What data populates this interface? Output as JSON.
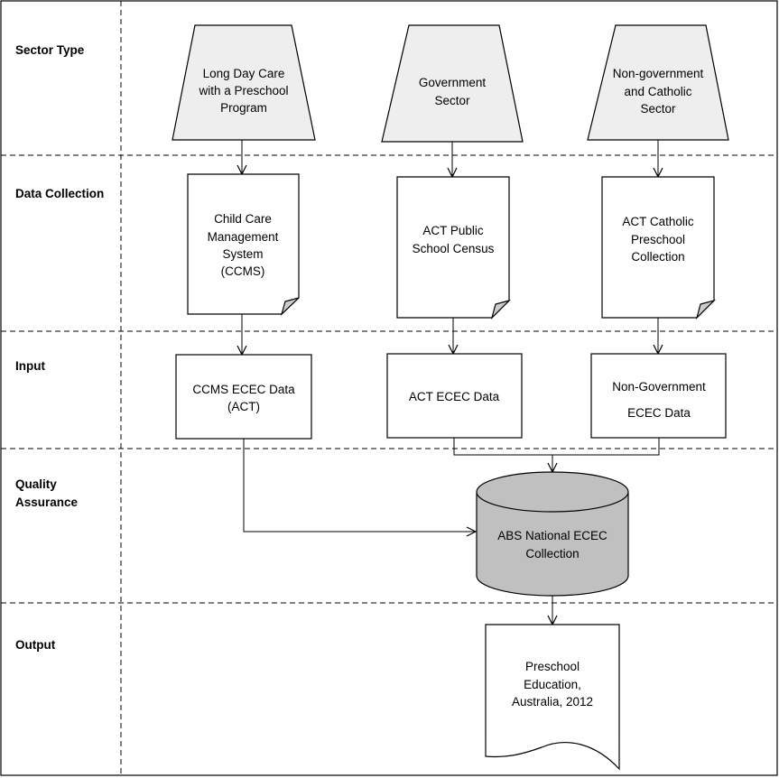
{
  "lanes": {
    "sector_type": "Sector Type",
    "data_collection": "Data Collection",
    "input": "Input",
    "quality_assurance": [
      "Quality",
      "Assurance"
    ],
    "output": "Output"
  },
  "sectors": {
    "long_day_care": [
      "Long Day Care",
      "with a Preschool",
      "Program"
    ],
    "government": [
      "Government",
      "Sector"
    ],
    "non_government": [
      "Non-government",
      "and Catholic",
      "Sector"
    ]
  },
  "collections": {
    "ccms": [
      "Child Care",
      "Management",
      "System",
      "(CCMS)"
    ],
    "public_census": [
      "ACT Public",
      "School Census"
    ],
    "catholic": [
      "ACT Catholic",
      "Preschool",
      "Collection"
    ]
  },
  "inputs": {
    "ccms_data": [
      "CCMS ECEC Data",
      "(ACT)"
    ],
    "act_data": [
      "ACT ECEC Data"
    ],
    "non_gov_data": [
      "Non-Government",
      "ECEC Data"
    ]
  },
  "database": [
    "ABS National ECEC",
    "Collection"
  ],
  "output": [
    "Preschool",
    "Education,",
    "Australia, 2012"
  ],
  "colors": {
    "sector_fill": "#eeeeee",
    "database_fill": "#c0c0c0",
    "page_fill": "#ffffff",
    "stroke": "#000000"
  }
}
